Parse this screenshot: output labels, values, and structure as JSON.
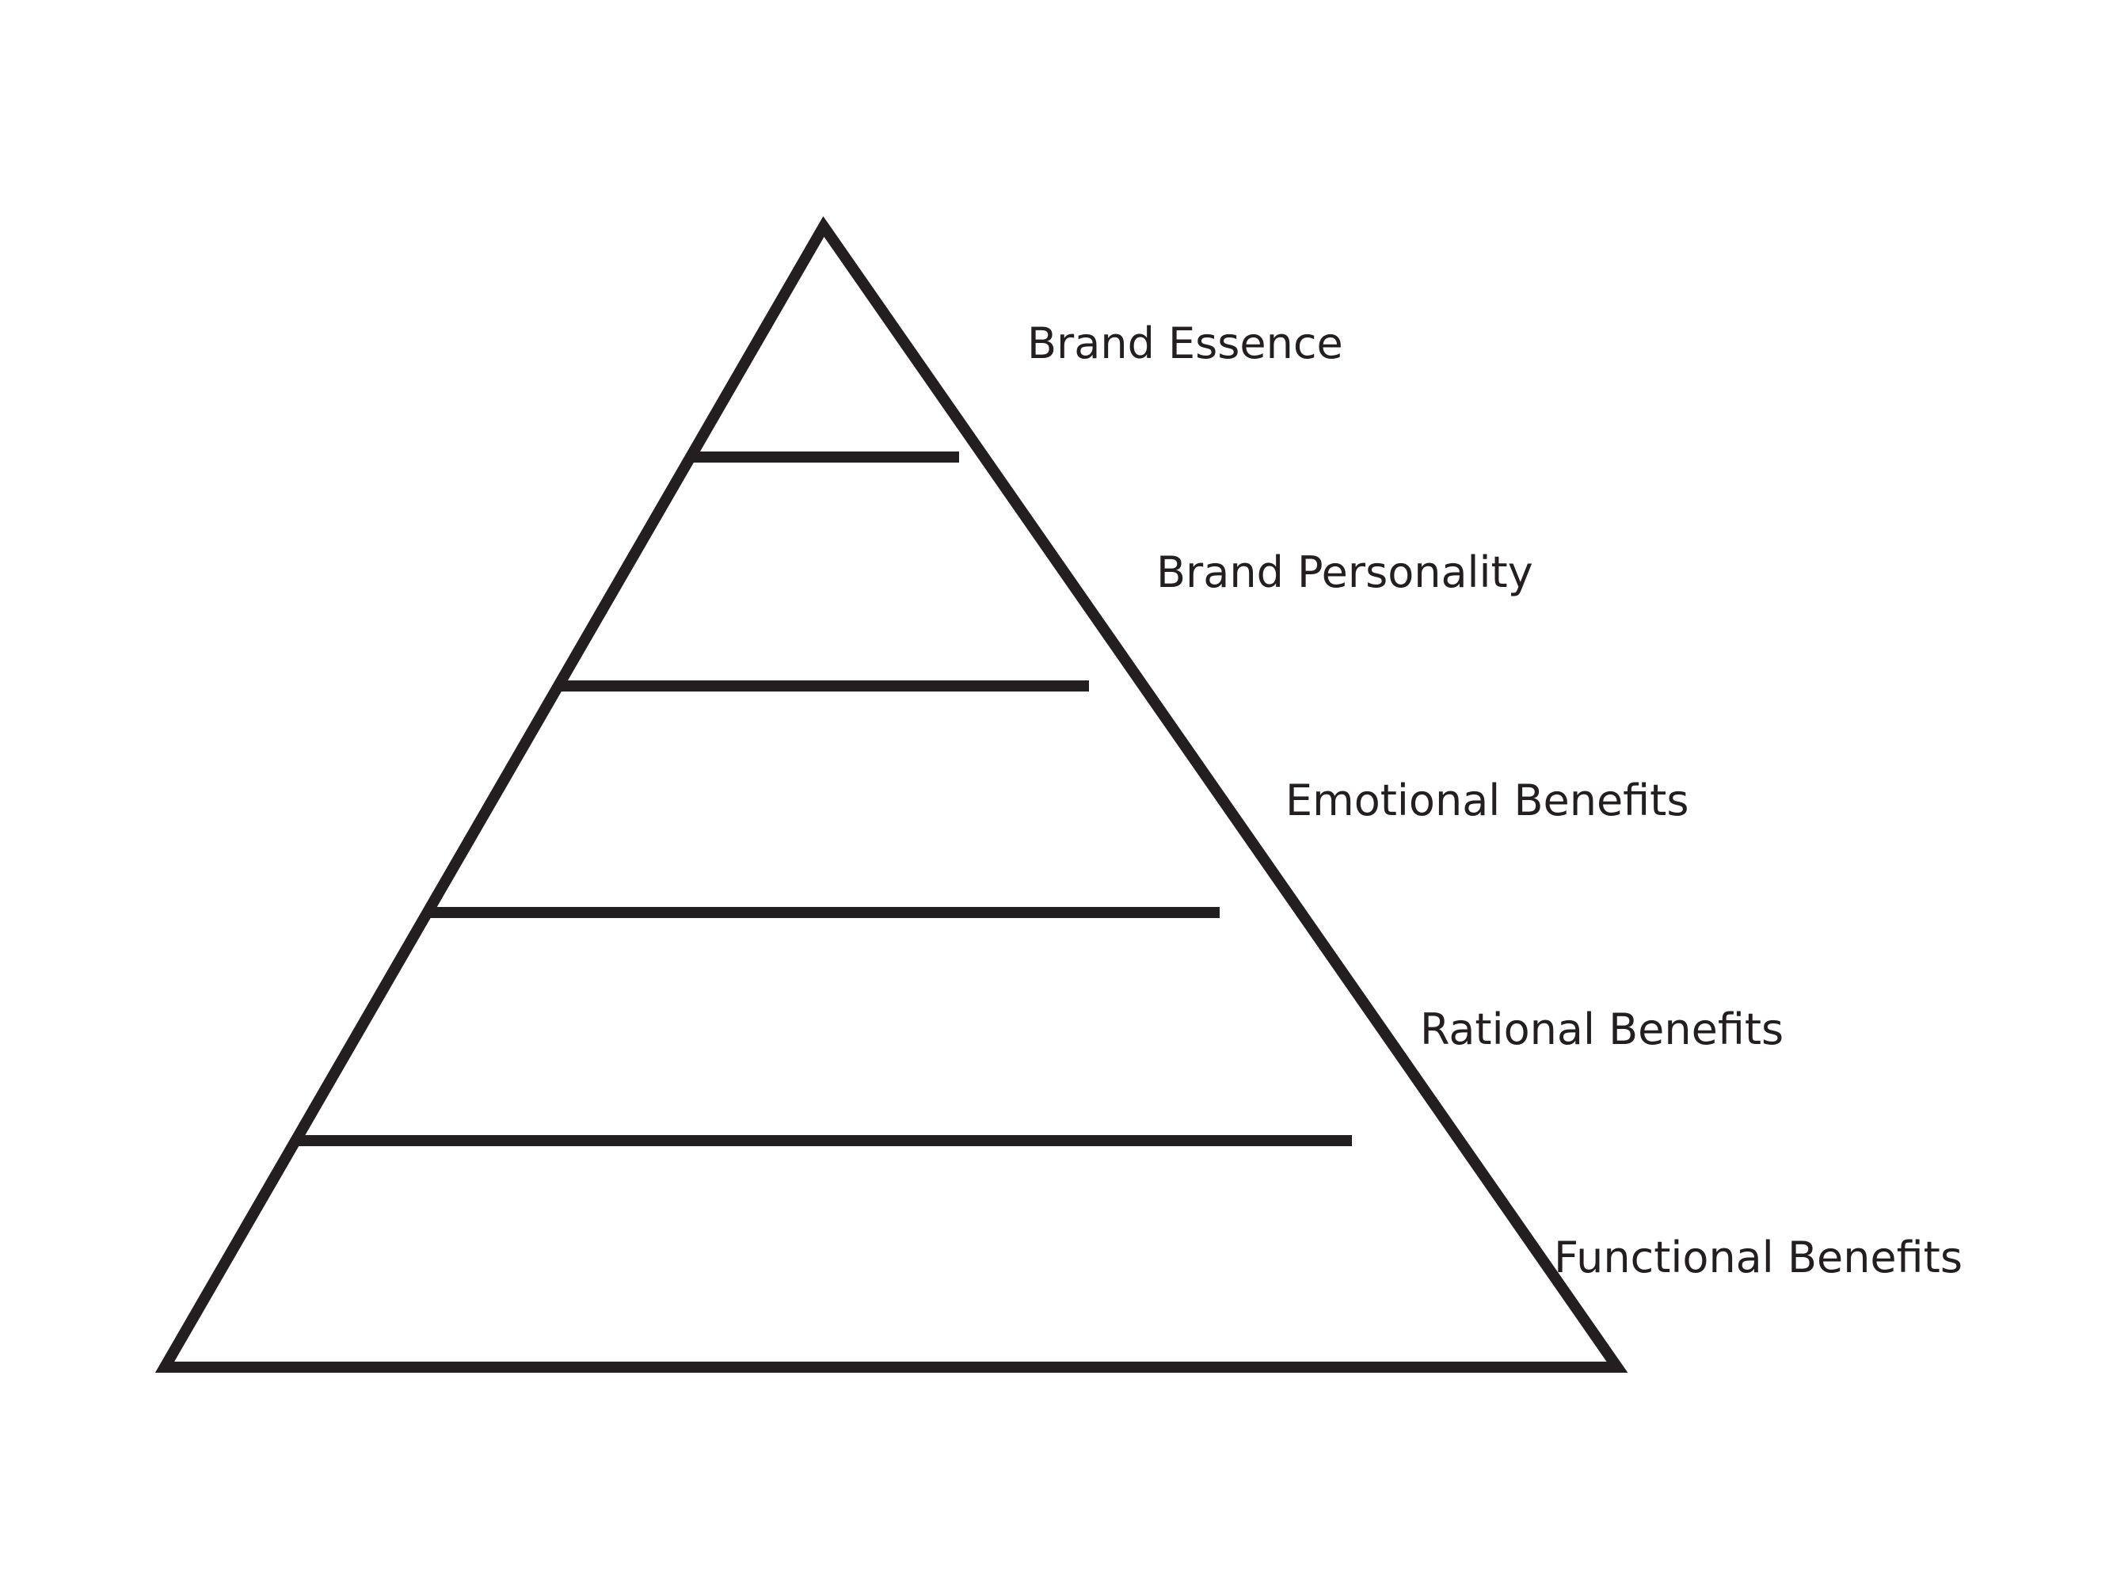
{
  "diagram": {
    "levels": [
      {
        "label": "Brand Essence"
      },
      {
        "label": "Brand Personality"
      },
      {
        "label": "Emotional Benefits"
      },
      {
        "label": "Rational Benefits"
      },
      {
        "label": "Functional Benefits"
      }
    ],
    "colors": {
      "stroke": "#231f20",
      "text": "#231f20",
      "background": "#ffffff"
    }
  }
}
